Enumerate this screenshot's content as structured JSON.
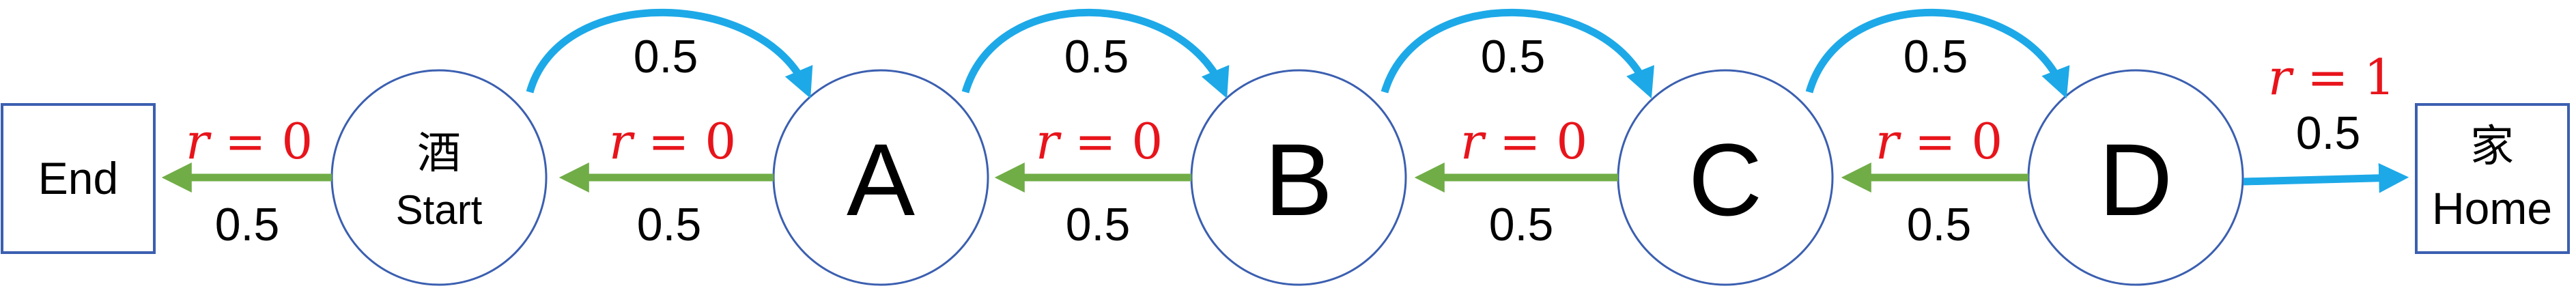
{
  "diagram": {
    "end_box": {
      "label": "End"
    },
    "home_box": {
      "cjk": "家",
      "label": "Home"
    },
    "start_node": {
      "cjk": "酒",
      "label": "Start"
    },
    "nodes": [
      {
        "label": "A"
      },
      {
        "label": "B"
      },
      {
        "label": "C"
      },
      {
        "label": "D"
      }
    ],
    "left_moves": [
      {
        "prob": "0.5",
        "reward": {
          "var": "r",
          "rest": " = 0"
        }
      },
      {
        "prob": "0.5",
        "reward": {
          "var": "r",
          "rest": " = 0"
        }
      },
      {
        "prob": "0.5",
        "reward": {
          "var": "r",
          "rest": " = 0"
        }
      },
      {
        "prob": "0.5",
        "reward": {
          "var": "r",
          "rest": " = 0"
        }
      },
      {
        "prob": "0.5",
        "reward": {
          "var": "r",
          "rest": " = 0"
        }
      }
    ],
    "right_moves": [
      {
        "prob": "0.5"
      },
      {
        "prob": "0.5"
      },
      {
        "prob": "0.5"
      },
      {
        "prob": "0.5"
      }
    ],
    "home_move": {
      "prob": "0.5",
      "reward": {
        "var": "r",
        "rest": " = 1"
      }
    },
    "colors": {
      "left_arrow": "#70ad47",
      "right_arrow": "#1da9e8",
      "reward_text": "#e8141b",
      "node_stroke": "#3b5fb0"
    }
  }
}
